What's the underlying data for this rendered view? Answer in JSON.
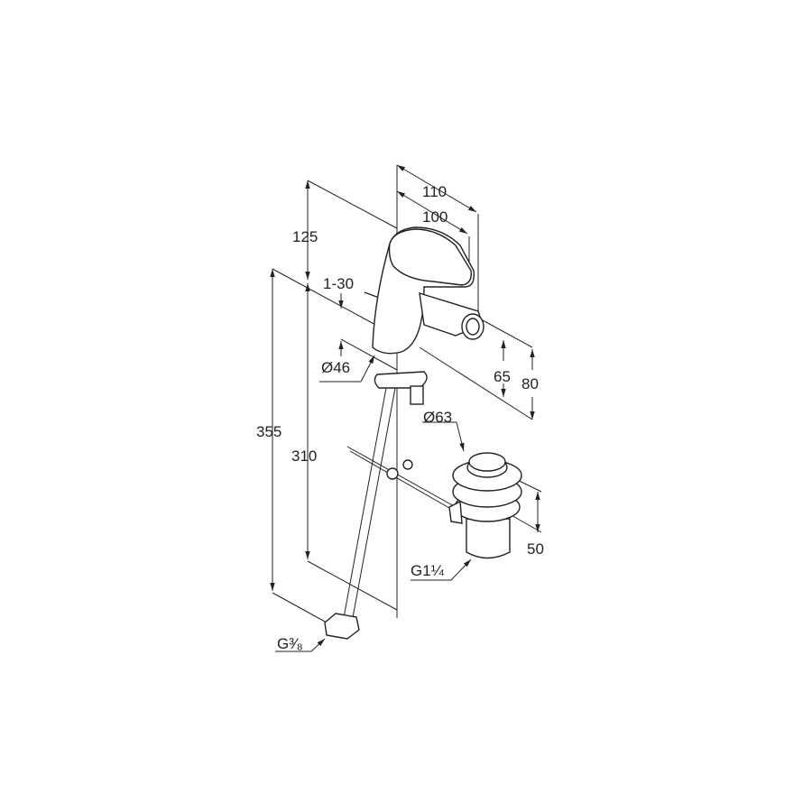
{
  "dimensions": {
    "width_total": "110",
    "width_spout": "100",
    "height_above": "125",
    "panel_thickness": "1-30",
    "base_diameter": "Ø46",
    "spout_height": "65",
    "outlet_height": "80",
    "drain_diameter": "Ø63",
    "total_length": "355",
    "hose_length": "310",
    "drain_height": "50",
    "drain_thread_main": "G1",
    "drain_thread_frac": "¼",
    "hose_thread_main": "G",
    "hose_thread_frac": "³⁄₈"
  }
}
